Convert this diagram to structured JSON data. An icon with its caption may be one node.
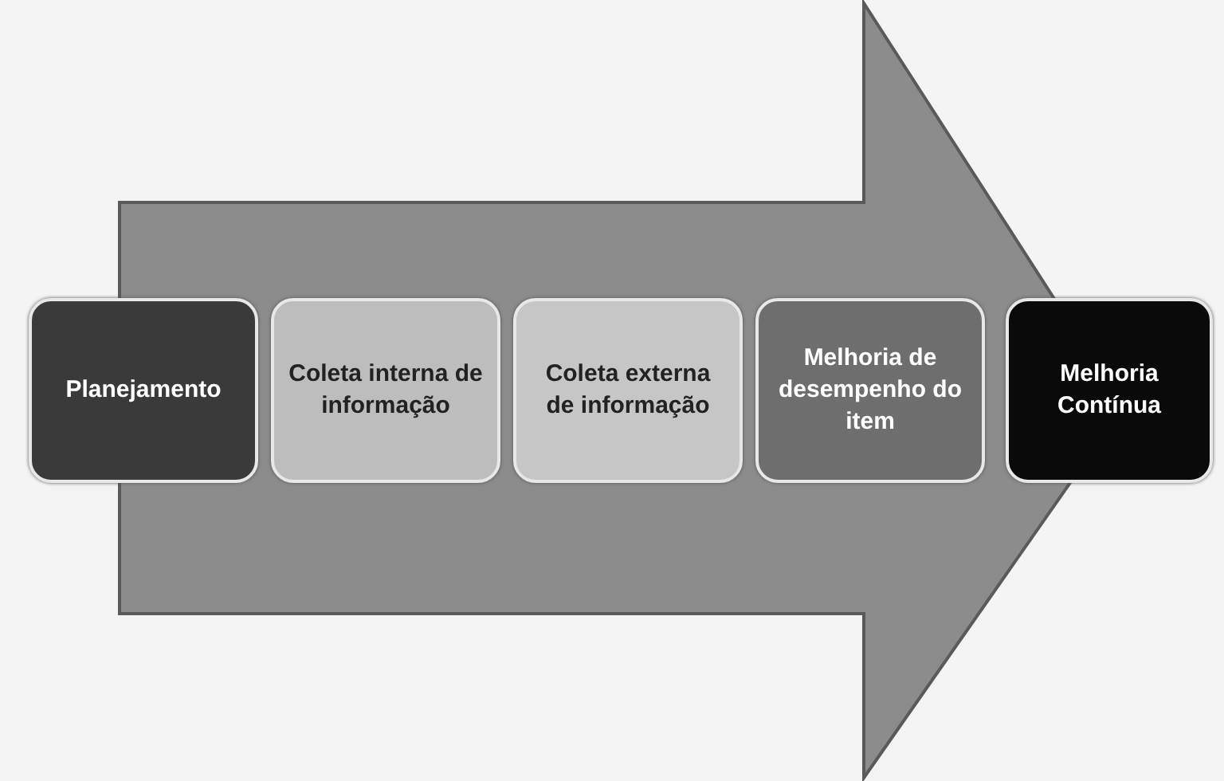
{
  "diagram": {
    "nodes": [
      {
        "text": [
          "Planejamento"
        ]
      },
      {
        "text": [
          "Coleta interna de informação"
        ]
      },
      {
        "text": [
          "Coleta externa de informação"
        ]
      },
      {
        "text": [
          "Melhoria de desempenho do item"
        ]
      },
      {
        "text": [
          "Melhoria Contínua"
        ]
      }
    ],
    "edges": [
      {
        "from": 0,
        "to": 4,
        "arrow": "to"
      }
    ]
  }
}
